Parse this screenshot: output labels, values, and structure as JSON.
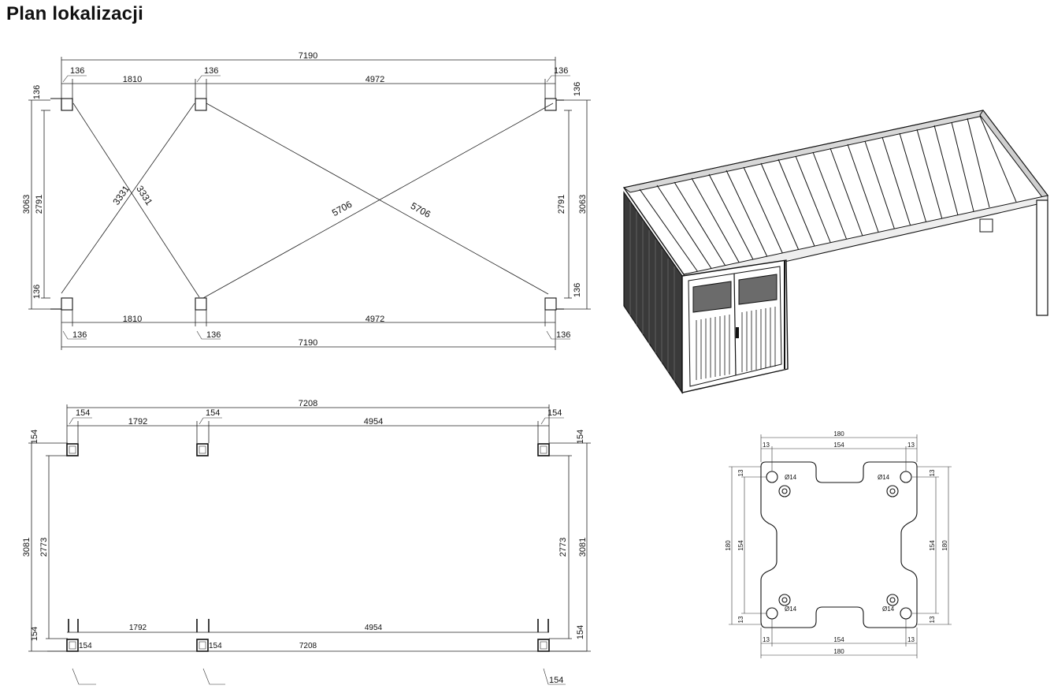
{
  "title": "Plan lokalizacji",
  "plan_top": {
    "overall_width": "7190",
    "post_size": "136",
    "span_left": "1810",
    "span_right": "4972",
    "overall_depth": "3063",
    "inner_depth": "2791",
    "diag_short": "3331",
    "diag_long": "5706"
  },
  "plan_bottom": {
    "overall_width": "7208",
    "post_size": "154",
    "span_left": "1792",
    "span_right": "4954",
    "overall_depth": "3081",
    "inner_depth": "2773"
  },
  "base_plate": {
    "overall": "180",
    "edge": "13",
    "inner": "154",
    "hole": "Ø14"
  },
  "render_3d": {
    "description_icon": "pergola-with-shed-icon"
  }
}
